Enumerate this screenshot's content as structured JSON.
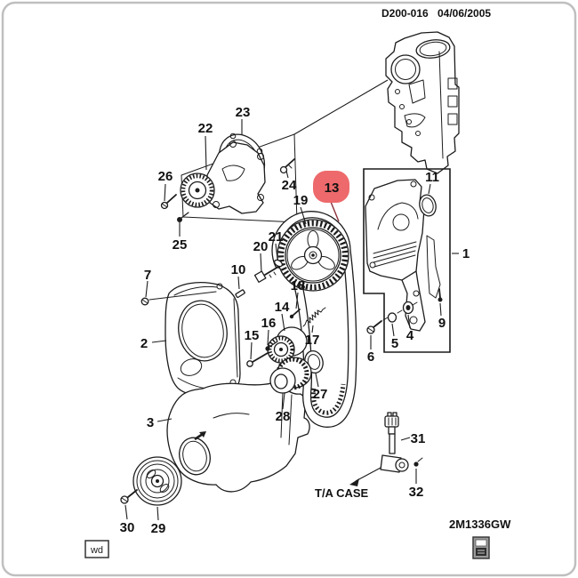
{
  "page": {
    "doc_code": "D200-016",
    "doc_date": "04/06/2005",
    "figure_code": "2M1336GW",
    "ta_case_label": "T/A CASE",
    "watermark": "wd"
  },
  "colors": {
    "line": "#1c1c1c",
    "highlight_fill": "#ed696b",
    "highlight_text": "#a51e37"
  },
  "icons": {
    "manual_book": "manual-book-icon",
    "watermark_box": "wd-box"
  },
  "callouts": {
    "c1": "1",
    "c2": "2",
    "c3": "3",
    "c4": "4",
    "c5": "5",
    "c6": "6",
    "c7": "7",
    "c9": "9",
    "c10": "10",
    "c11": "11",
    "c13": "13",
    "c14": "14",
    "c15": "15",
    "c16": "16",
    "c17": "17",
    "c18": "18",
    "c19": "19",
    "c20": "20",
    "c21": "21",
    "c22": "22",
    "c23": "23",
    "c24": "24",
    "c25": "25",
    "c26": "26",
    "c27": "27",
    "c28": "28",
    "c29": "29",
    "c30": "30",
    "c31": "31",
    "c32": "32"
  }
}
